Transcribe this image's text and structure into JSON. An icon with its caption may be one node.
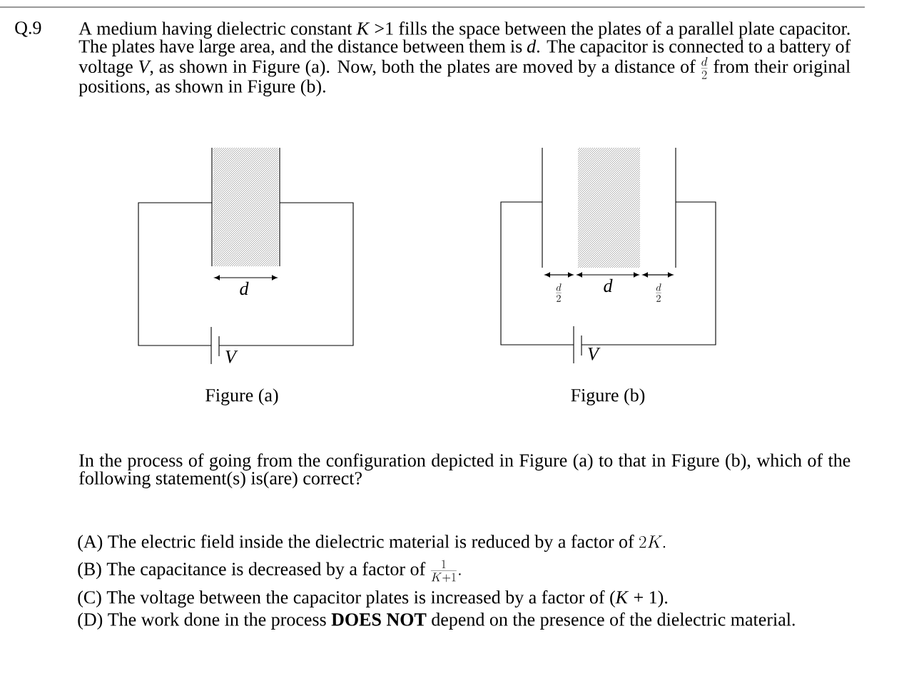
{
  "diagram": {
    "labels": [
      "Q.9",
      "A medium having dielectric constant *K* >1 fills the space between the plates of a parallel plate capacitor. The plates have large area, and the distance between them is *d*. The capacitor is connected to a battery of voltage *V*, as shown in Figure (a). Now, both the plates are moved by a distance of",
      "\\frac{d}{2}",
      "from their original positions, as shown in Figure (b).",
      "d",
      "V",
      "Figure (a)",
      "\\frac{d}{2}",
      "d",
      "\\frac{d}{2}",
      "V",
      "Figure (b)",
      "In the process of going from the configuration depicted in Figure (a) to that in Figure (b), which of the following statement(s) is(are) correct?",
      "(A) The electric field inside the dielectric material is reduced by a factor of",
      "2K.",
      "(B) The capacitance is decreased by a factor of",
      "\\frac{1}{K+1}.",
      "(C) The voltage between the capacitor plates is increased by a factor of (*K* + 1).",
      "(D) The work done in the process **DOES NOT** depend on the presence of the dielectric material."
    ]
  }
}
